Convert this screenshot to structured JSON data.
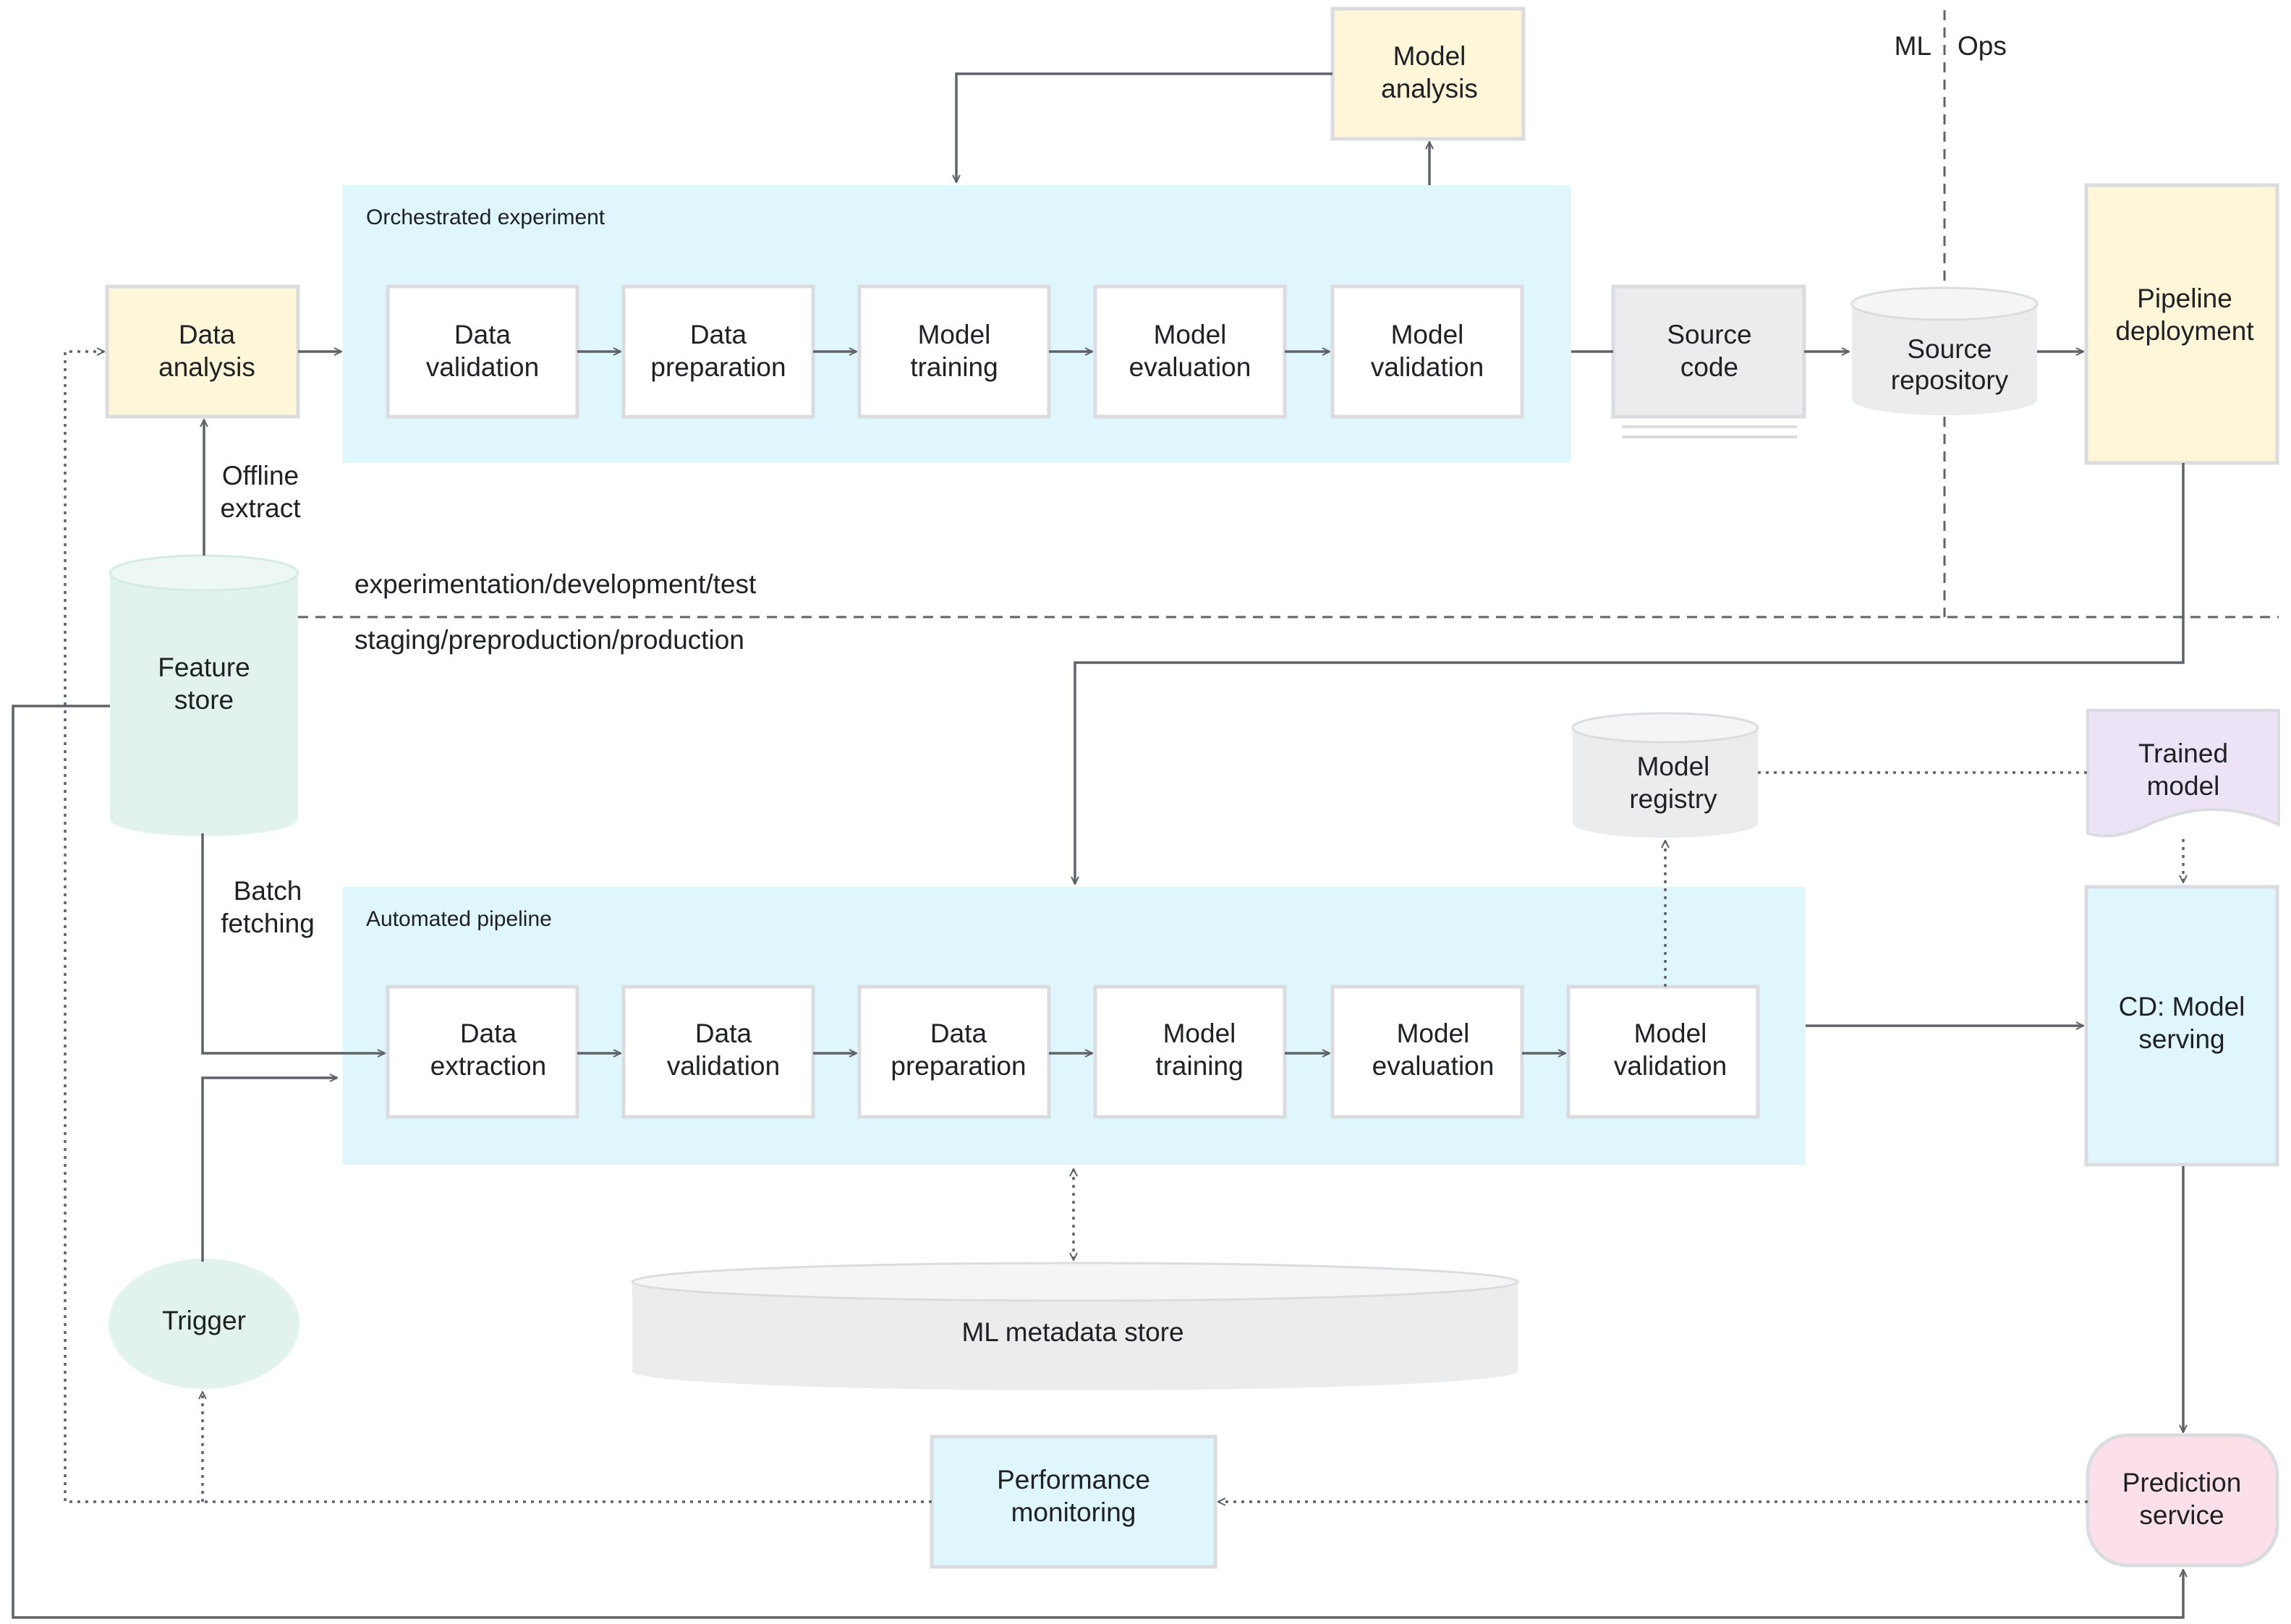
{
  "top_group": {
    "title": "Orchestrated experiment",
    "steps": [
      [
        "Data",
        "validation"
      ],
      [
        "Data",
        "preparation"
      ],
      [
        "Model",
        "training"
      ],
      [
        "Model",
        "evaluation"
      ],
      [
        "Model",
        "validation"
      ]
    ]
  },
  "bottom_group": {
    "title": "Automated pipeline",
    "steps": [
      [
        "Data",
        "extraction"
      ],
      [
        "Data",
        "validation"
      ],
      [
        "Data",
        "preparation"
      ],
      [
        "Model",
        "training"
      ],
      [
        "Model",
        "evaluation"
      ],
      [
        "Model",
        "validation"
      ]
    ]
  },
  "nodes": {
    "data_analysis": [
      "Data",
      "analysis"
    ],
    "model_analysis": [
      "Model",
      "analysis"
    ],
    "source_code": [
      "Source",
      "code"
    ],
    "source_repository": [
      "Source",
      "repository"
    ],
    "pipeline_deployment": [
      "Pipeline",
      "deployment"
    ],
    "feature_store": [
      "Feature",
      "store"
    ],
    "model_registry": [
      "Model",
      "registry"
    ],
    "trained_model": [
      "Trained",
      "model"
    ],
    "cd_model_serving": [
      "CD: Model",
      "serving"
    ],
    "trigger": "Trigger",
    "ml_metadata_store": "ML metadata store",
    "performance_monitoring": [
      "Performance",
      "monitoring"
    ],
    "prediction_service": [
      "Prediction",
      "service"
    ]
  },
  "labels": {
    "offline_extract": [
      "Offline",
      "extract"
    ],
    "batch_fetching": [
      "Batch",
      "fetching"
    ],
    "env_dev": "experimentation/development/test",
    "env_prod": "staging/preproduction/production",
    "ml": "ML",
    "ops": "Ops"
  },
  "colors": {
    "experiment_container": "#dff6fd",
    "analysis_nodes": "#fdf6d8",
    "feature_store": "#e2f3ee",
    "prediction_service": "#fbe0ea",
    "trained_model": "#ece3f7",
    "source_nodes": "#ebecee",
    "connectors": "#5f6368"
  }
}
